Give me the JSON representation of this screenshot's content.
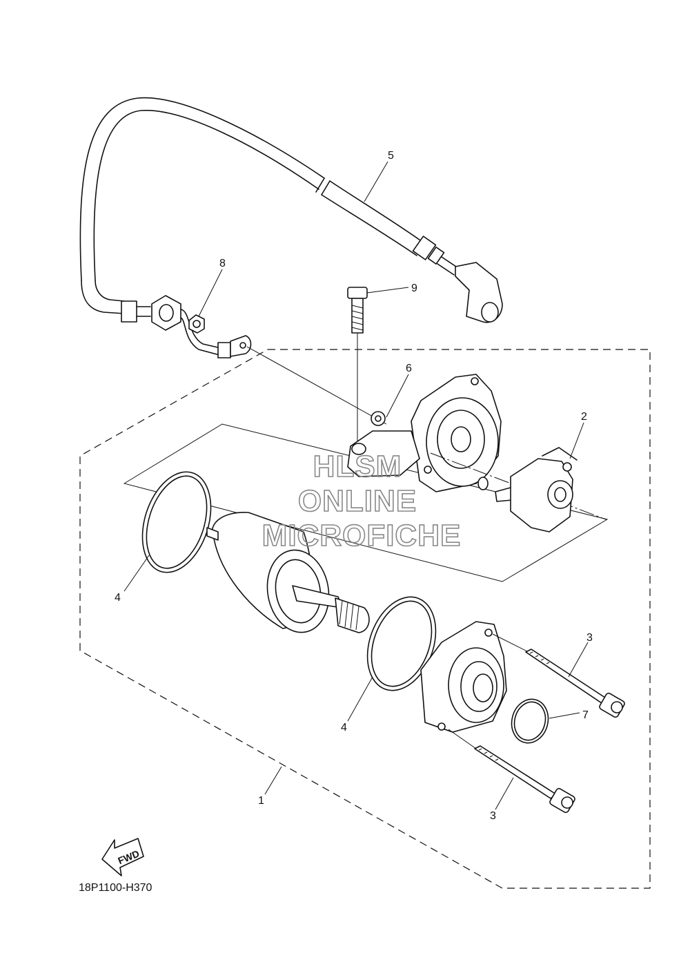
{
  "diagram_code": "18P1100-H370",
  "direction_label": "FWD",
  "watermark": {
    "line1": "HLSM",
    "line2": "ONLINE",
    "line3": "MICROFICHE"
  },
  "callouts": [
    {
      "id": "1",
      "label": "1"
    },
    {
      "id": "2",
      "label": "2"
    },
    {
      "id": "3a",
      "label": "3"
    },
    {
      "id": "3b",
      "label": "3"
    },
    {
      "id": "4a",
      "label": "4"
    },
    {
      "id": "4b",
      "label": "4"
    },
    {
      "id": "5",
      "label": "5"
    },
    {
      "id": "6",
      "label": "6"
    },
    {
      "id": "7",
      "label": "7"
    },
    {
      "id": "8",
      "label": "8"
    },
    {
      "id": "9",
      "label": "9"
    }
  ]
}
